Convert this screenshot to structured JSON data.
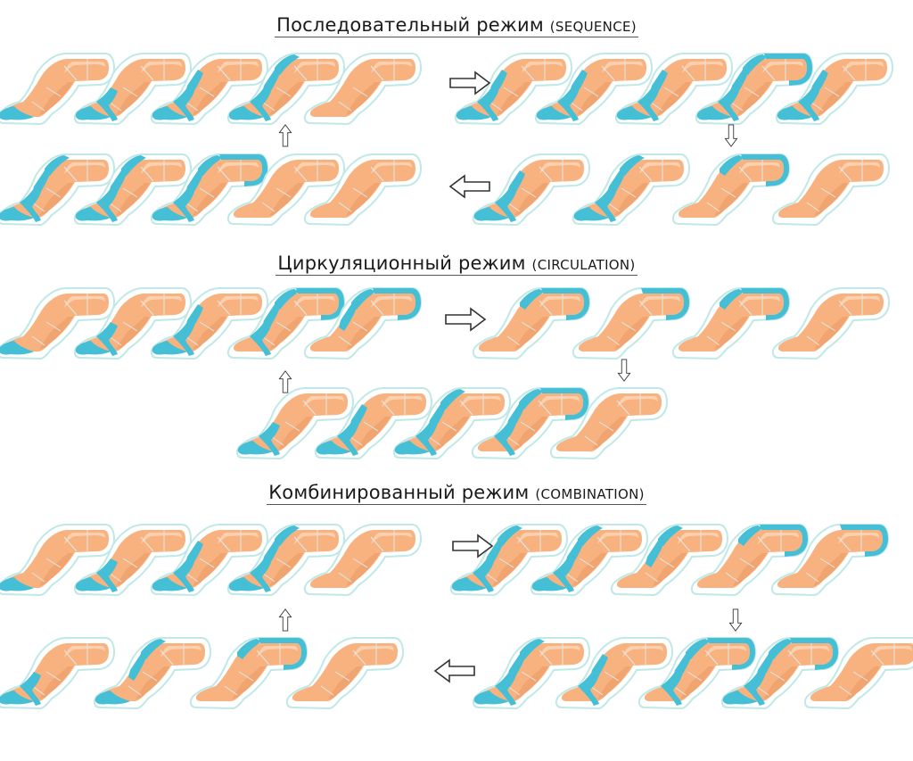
{
  "sections": [
    {
      "title": "Последовательный режим",
      "code": "(SEQUENCE)",
      "rows": [
        {
          "cuffs": [
            1,
            2,
            3,
            4,
            5
          ],
          "active": [
            [
              1
            ],
            [
              1,
              2
            ],
            [
              1,
              2,
              3
            ],
            [
              1,
              2,
              3,
              4
            ],
            []
          ]
        },
        {
          "cuffs": [
            1,
            2,
            3,
            4,
            5
          ],
          "active": [
            [
              1,
              2,
              3
            ],
            [
              1,
              2,
              3
            ],
            [
              1,
              2,
              3
            ],
            [
              1,
              2,
              3,
              4,
              5
            ],
            [
              1,
              2,
              3
            ]
          ]
        },
        {
          "cuffs": [
            1,
            2,
            3,
            4,
            5
          ],
          "active": [
            [
              1,
              2,
              3,
              4
            ],
            [
              1,
              2,
              3,
              4
            ],
            [
              1,
              2,
              3,
              4,
              5
            ],
            [],
            []
          ]
        },
        {
          "cuffs": [
            1,
            2,
            3,
            4
          ],
          "active": [
            [
              1,
              2,
              3
            ],
            [
              1,
              2,
              3,
              4
            ],
            [
              5,
              4
            ],
            []
          ]
        }
      ]
    },
    {
      "title": "Циркуляционный режим",
      "code": "(CIRCULATION)",
      "rows": [
        {
          "cuffs": [
            1,
            2,
            3,
            4,
            5
          ],
          "active": [
            [
              1
            ],
            [
              1,
              2
            ],
            [
              1,
              2,
              3
            ],
            [
              2,
              3,
              4,
              5
            ],
            [
              3,
              4,
              5
            ]
          ]
        },
        {
          "cuffs": [
            1,
            2,
            3,
            4
          ],
          "active": [
            [
              4,
              5
            ],
            [
              5
            ],
            [
              5,
              4
            ],
            []
          ]
        },
        {
          "cuffs": [
            1,
            2,
            3,
            4,
            5
          ],
          "active": [
            [
              1,
              2
            ],
            [
              1,
              2,
              3
            ],
            [
              1,
              2,
              3,
              4
            ],
            [
              2,
              3,
              4,
              5
            ],
            []
          ]
        }
      ]
    },
    {
      "title": "Комбинированный режим",
      "code": "(COMBINATION)",
      "rows": [
        {
          "cuffs": [
            1,
            2,
            3,
            4,
            5
          ],
          "active": [
            [
              1
            ],
            [
              1,
              2
            ],
            [
              1,
              2,
              3
            ],
            [
              1,
              2,
              3,
              4
            ],
            []
          ]
        },
        {
          "cuffs": [
            1,
            2,
            3,
            4,
            5
          ],
          "active": [
            [
              1,
              2,
              3,
              4
            ],
            [
              1,
              2,
              3,
              4
            ],
            [
              3,
              4
            ],
            [
              4,
              5
            ],
            [
              5
            ]
          ]
        },
        {
          "cuffs": [
            1,
            2,
            3,
            4
          ],
          "active": [
            [
              1,
              2
            ],
            [
              1,
              3,
              4
            ],
            [
              4,
              5
            ],
            []
          ]
        },
        {
          "cuffs": [
            1,
            2,
            3,
            4,
            5
          ],
          "active": [
            [
              1,
              2,
              3,
              4
            ],
            [
              2,
              3
            ],
            [
              2,
              3,
              4,
              5
            ],
            [
              1,
              2,
              3,
              4,
              5
            ],
            []
          ]
        }
      ]
    }
  ],
  "colors": {
    "skin": "#F7B27F",
    "skin_highlight": "#FBD0AE",
    "skin_shade": "#E7935F",
    "cuff_outline": "#BFE8E6",
    "pressure": "#45BFD6",
    "arrow_fill": "#FFFFFF",
    "arrow_stroke": "#333333"
  }
}
